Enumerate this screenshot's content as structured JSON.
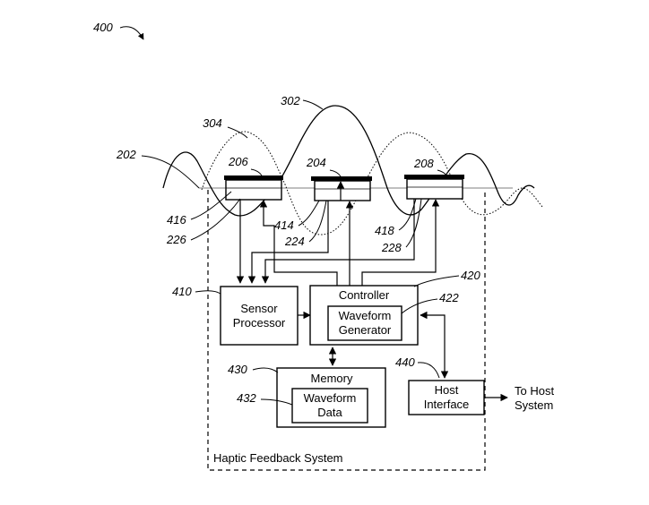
{
  "figure": {
    "figure_ref": "400",
    "system_label": "Haptic Feedback System",
    "waves": {
      "solid_ref": "302",
      "dotted_ref": "304",
      "surface_ref": "202"
    },
    "actuators": [
      {
        "ref": "206",
        "inner_ref": "416",
        "outer_ref": "226"
      },
      {
        "ref": "204",
        "inner_ref": "414",
        "outer_ref": "224"
      },
      {
        "ref": "208",
        "inner_ref": "418",
        "outer_ref": "228"
      }
    ],
    "blocks": {
      "sensor_processor": {
        "ref": "410",
        "label_line1": "Sensor",
        "label_line2": "Processor"
      },
      "controller": {
        "ref": "420",
        "label": "Controller"
      },
      "waveform_generator": {
        "ref": "422",
        "label_line1": "Waveform",
        "label_line2": "Generator"
      },
      "memory": {
        "ref": "430",
        "label": "Memory"
      },
      "waveform_data": {
        "ref": "432",
        "label_line1": "Waveform",
        "label_line2": "Data"
      },
      "host_interface": {
        "ref": "440",
        "label_line1": "Host",
        "label_line2": "Interface"
      }
    },
    "host_output": {
      "label_line1": "To Host",
      "label_line2": "System"
    }
  }
}
